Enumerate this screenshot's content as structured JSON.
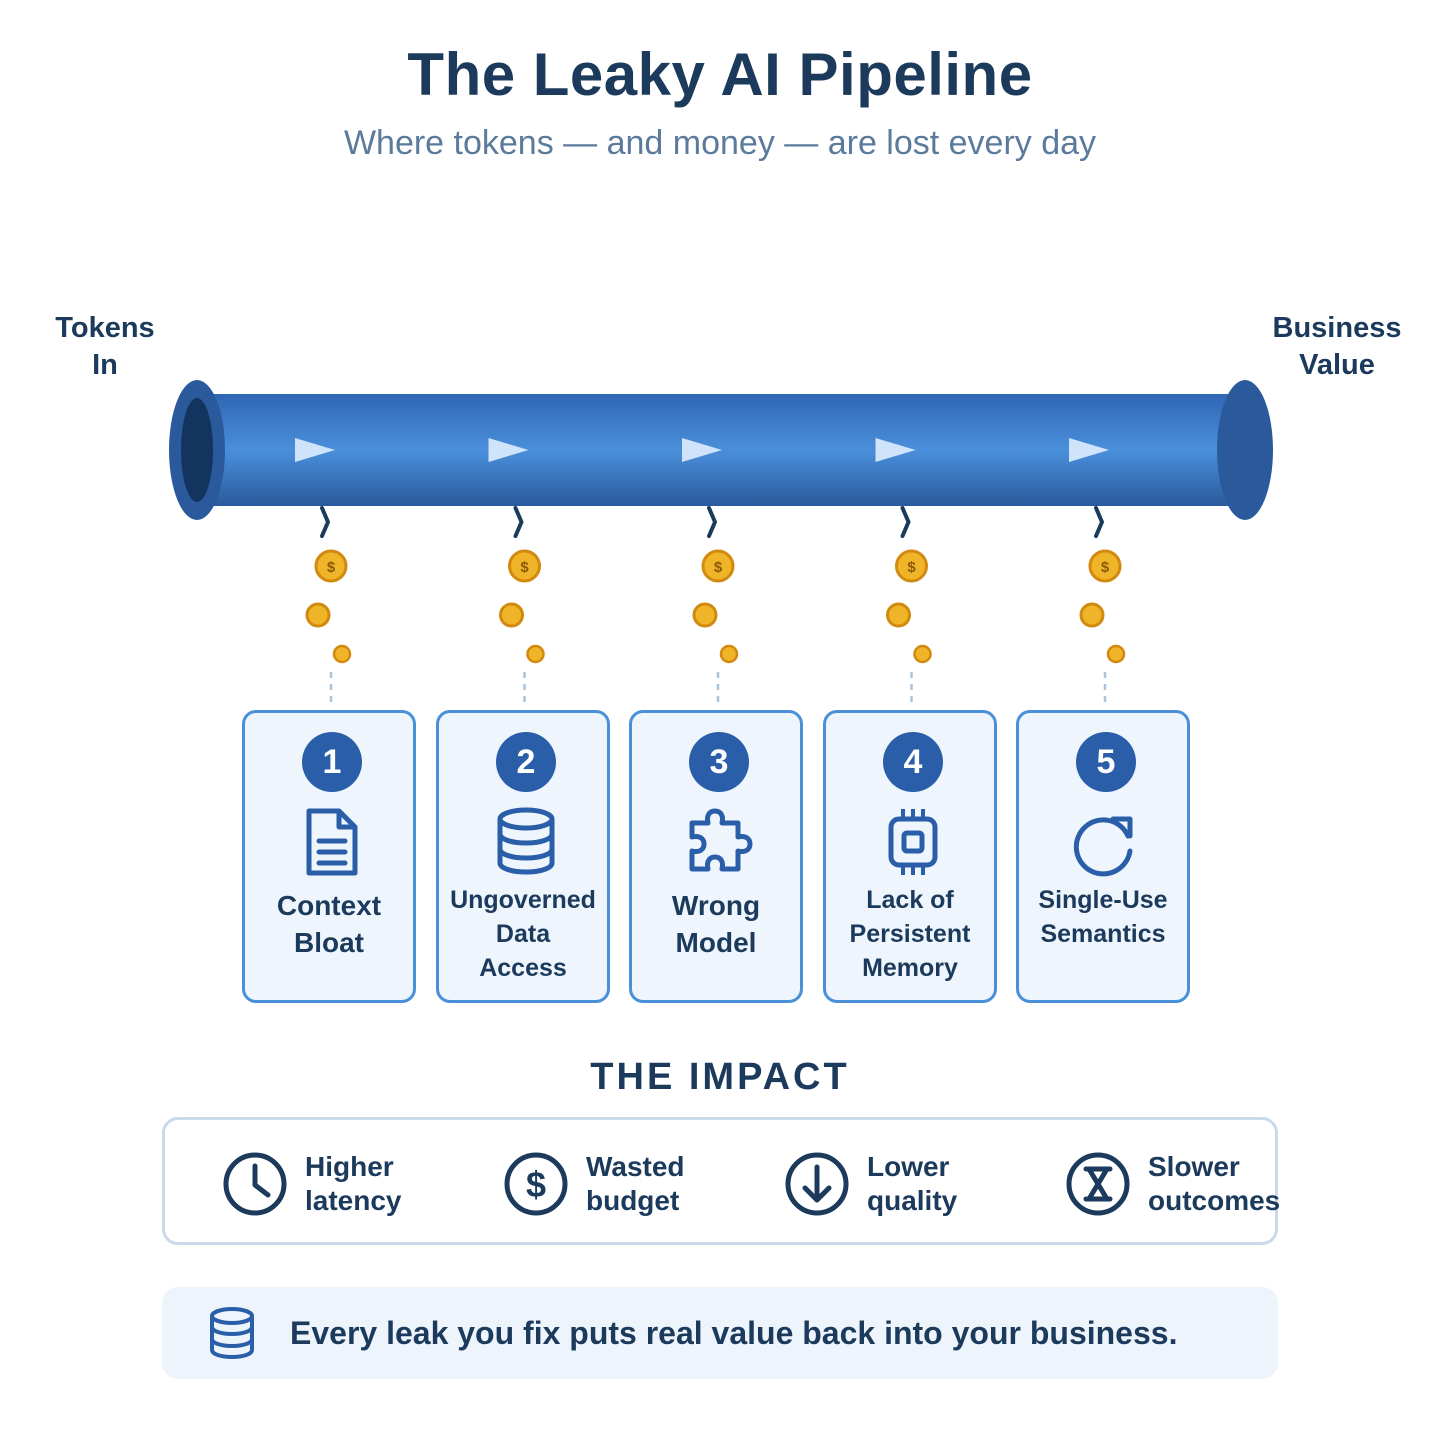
{
  "header": {
    "title": "The Leaky AI Pipeline",
    "subtitle": "Where tokens — and money — are lost every day"
  },
  "pipeline": {
    "input_label": [
      "Tokens",
      "In"
    ],
    "output_label": [
      "Business",
      "Value"
    ],
    "leak_coin_symbol": "$",
    "colors": {
      "pipe": "#3d7dcb",
      "pipe_dark": "#2a5a9c",
      "coin": "#f0b429",
      "coin_edge": "#d18a0f"
    }
  },
  "leaks": [
    {
      "number": "1",
      "icon": "document-icon",
      "lines": [
        "Context",
        "Bloat"
      ]
    },
    {
      "number": "2",
      "icon": "database-icon",
      "lines": [
        "Ungoverned",
        "Data",
        "Access"
      ]
    },
    {
      "number": "3",
      "icon": "puzzle-icon",
      "lines": [
        "Wrong",
        "Model"
      ]
    },
    {
      "number": "4",
      "icon": "chip-icon",
      "lines": [
        "Lack of",
        "Persistent",
        "Memory"
      ]
    },
    {
      "number": "5",
      "icon": "refresh-icon",
      "lines": [
        "Single-Use",
        "Semantics"
      ]
    }
  ],
  "impact": {
    "heading": "THE IMPACT",
    "items": [
      {
        "icon": "clock-icon",
        "lines": [
          "Higher",
          "latency"
        ]
      },
      {
        "icon": "dollar-icon",
        "lines": [
          "Wasted",
          "budget"
        ]
      },
      {
        "icon": "down-arrow-icon",
        "lines": [
          "Lower",
          "quality"
        ]
      },
      {
        "icon": "hourglass-icon",
        "lines": [
          "Slower",
          "outcomes"
        ]
      }
    ]
  },
  "footer": {
    "icon": "database-icon",
    "text": "Every leak you fix puts real value back into your business."
  }
}
